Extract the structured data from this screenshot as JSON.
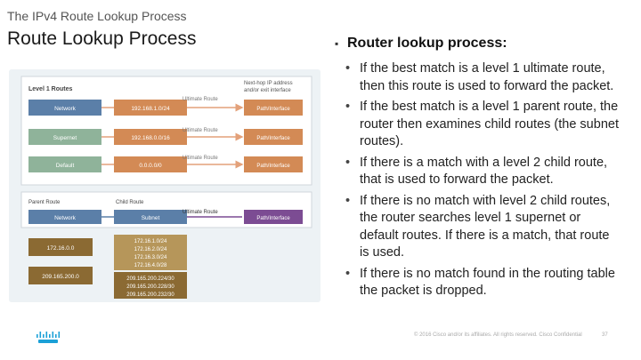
{
  "header": {
    "subtitle": "The IPv4 Route Lookup Process",
    "title": "Route Lookup Process"
  },
  "diagram": {
    "level1_heading": "Level 1 Routes",
    "nexthop_heading": "Next-hop IP address and/or exit interface",
    "ultimate_route": "Ultimate Route",
    "rows": [
      {
        "type": "Network",
        "prefix": "192.168.1.0/24",
        "exit": "Path/Interface"
      },
      {
        "type": "Supernet",
        "prefix": "192.168.0.0/16",
        "exit": "Path/Interface"
      },
      {
        "type": "Default",
        "prefix": "0.0.0.0/0",
        "exit": "Path/Interface"
      }
    ],
    "parent_heading": "Parent Route",
    "child_heading": "Child Route",
    "parent_type": "Network",
    "child_type": "Subnet",
    "parent_exit": "Path/Interface",
    "parents": [
      "172.16.0.0",
      "209.165.200.0"
    ],
    "children_a": [
      "172.16.1.0/24",
      "172.16.2.0/24",
      "172.16.3.0/24",
      "172.16.4.0/28"
    ],
    "children_b": [
      "209.165.200.224/30",
      "209.165.200.228/30",
      "209.165.200.232/30"
    ]
  },
  "content": {
    "heading": "Router lookup process:",
    "bullets": [
      "If the best match is a level 1 ultimate route, then this route is used to forward the packet.",
      "If the best match is a level 1 parent route, the router then examines child routes (the subnet routes).",
      "If there is a match with a level 2 child route, that is used to forward the packet.",
      "If there is no match with level 2 child routes, the router searches level 1 supernet or default routes. If there is a match, that route is used.",
      "If there is no match found in the routing table the packet is dropped."
    ]
  },
  "footer": {
    "copyright": "© 2016 Cisco and/or its affiliates. All rights reserved. Cisco Confidential",
    "page": "37"
  },
  "colors": {
    "blue_box": "#5b7fa8",
    "green_box": "#8fb39a",
    "orange_box": "#d38a55",
    "purple_box": "#7c4c93",
    "brown_box": "#8b6a33",
    "tan_box": "#b6965a",
    "navy_box": "#2a3c7a",
    "arrow": "#e3a17a",
    "cisco": "#1ba0d7"
  }
}
